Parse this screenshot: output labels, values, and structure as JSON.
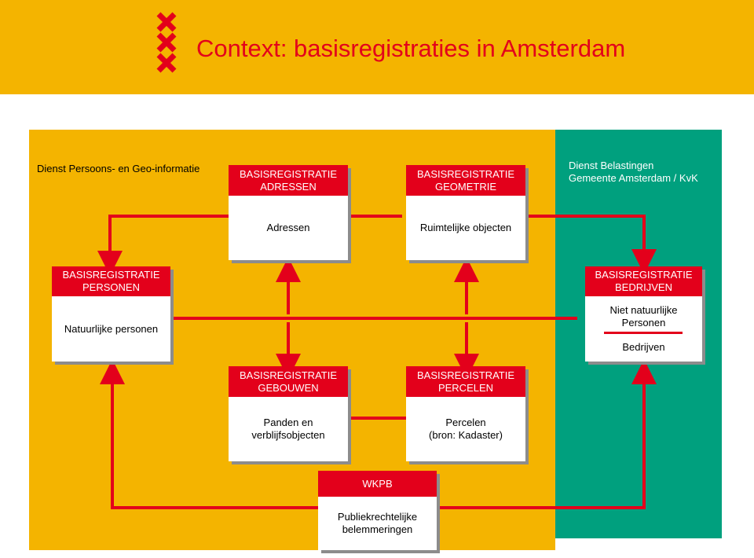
{
  "header": {
    "title": "Context: basisregistraties in Amsterdam"
  },
  "colors": {
    "brand_red": "#E3001B",
    "yellow": "#F4B400",
    "green": "#00A07E"
  },
  "panels": {
    "left_label": "Dienst Persoons- en Geo-informatie",
    "right_label_line1": "Dienst Belastingen",
    "right_label_line2": "Gemeente Amsterdam / KvK"
  },
  "boxes": {
    "adressen": {
      "head_line1": "BASISREGISTRATIE",
      "head_line2": "ADRESSEN",
      "body": "Adressen"
    },
    "geometrie": {
      "head_line1": "BASISREGISTRATIE",
      "head_line2": "GEOMETRIE",
      "body": "Ruimtelijke objecten"
    },
    "personen": {
      "head_line1": "BASISREGISTRATIE",
      "head_line2": "PERSONEN",
      "body": "Natuurlijke personen"
    },
    "bedrijven": {
      "head_line1": "BASISREGISTRATIE",
      "head_line2": "BEDRIJVEN",
      "body_line1": "Niet natuurlijke",
      "body_line2": "Personen",
      "body_line3": "Bedrijven"
    },
    "gebouwen": {
      "head_line1": "BASISREGISTRATIE",
      "head_line2": "GEBOUWEN",
      "body_line1": "Panden en",
      "body_line2": "verblijfsobjecten"
    },
    "percelen": {
      "head_line1": "BASISREGISTRATIE",
      "head_line2": "PERCELEN",
      "body_line1": "Percelen",
      "body_line2": "(bron: Kadaster)"
    },
    "wkpb": {
      "head": "WKPB",
      "body_line1": "Publiekrechtelijke",
      "body_line2": "belemmeringen"
    }
  }
}
